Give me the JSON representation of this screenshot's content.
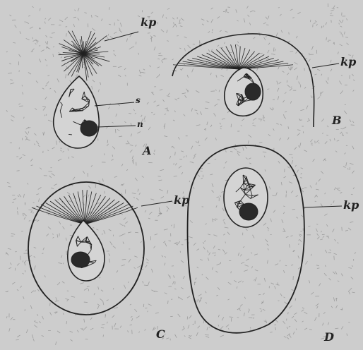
{
  "figure": {
    "panels": [
      {
        "id": "A",
        "letter": "A",
        "labels": [
          "kp",
          "s",
          "n"
        ]
      },
      {
        "id": "B",
        "letter": "B",
        "labels": [
          "kp"
        ]
      },
      {
        "id": "C",
        "letter": "C",
        "labels": [
          "kp"
        ]
      },
      {
        "id": "D",
        "letter": "D",
        "labels": [
          "kp"
        ]
      }
    ],
    "colors": {
      "background": "#cdcdcd",
      "ink": "#222222",
      "stipple": "#8a8a8a"
    }
  }
}
